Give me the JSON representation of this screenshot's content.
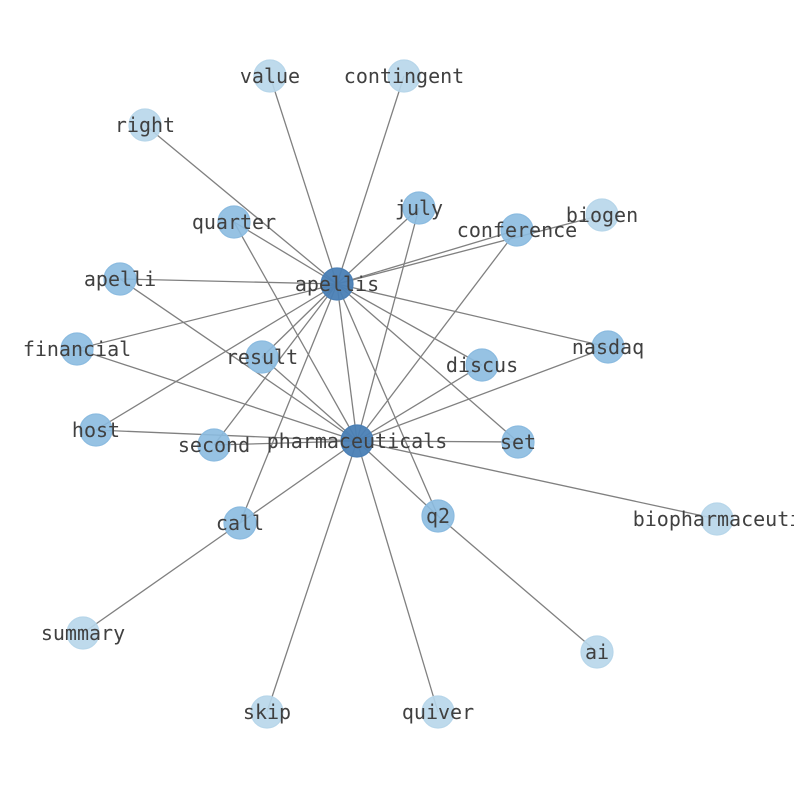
{
  "graph": {
    "colors": {
      "hub": "#4a7fb5",
      "mid": "#8bbbe0",
      "leaf": "#b7d6ea",
      "edge": "#808080",
      "text": "#404040"
    },
    "nodes": [
      {
        "id": "apellis",
        "label": "apellis",
        "tier": "hub"
      },
      {
        "id": "pharmaceuticals",
        "label": "pharmaceuticals",
        "tier": "hub"
      },
      {
        "id": "value",
        "label": "value",
        "tier": "leaf"
      },
      {
        "id": "contingent",
        "label": "contingent",
        "tier": "leaf"
      },
      {
        "id": "right",
        "label": "right",
        "tier": "leaf"
      },
      {
        "id": "quarter",
        "label": "quarter",
        "tier": "mid"
      },
      {
        "id": "july",
        "label": "july",
        "tier": "mid"
      },
      {
        "id": "conference",
        "label": "conference",
        "tier": "mid"
      },
      {
        "id": "biogen",
        "label": "biogen",
        "tier": "leaf"
      },
      {
        "id": "apelli",
        "label": "apelli",
        "tier": "mid"
      },
      {
        "id": "financial",
        "label": "financial",
        "tier": "mid"
      },
      {
        "id": "result",
        "label": "result",
        "tier": "mid"
      },
      {
        "id": "discus",
        "label": "discus",
        "tier": "mid"
      },
      {
        "id": "nasdaq",
        "label": "nasdaq",
        "tier": "mid"
      },
      {
        "id": "host",
        "label": "host",
        "tier": "mid"
      },
      {
        "id": "second",
        "label": "second",
        "tier": "mid"
      },
      {
        "id": "set",
        "label": "set",
        "tier": "mid"
      },
      {
        "id": "call",
        "label": "call",
        "tier": "mid"
      },
      {
        "id": "q2",
        "label": "q2",
        "tier": "mid"
      },
      {
        "id": "biopharmaceutical",
        "label": "biopharmaceuti",
        "tier": "leaf"
      },
      {
        "id": "summary",
        "label": "summary",
        "tier": "leaf"
      },
      {
        "id": "ai",
        "label": "ai",
        "tier": "leaf"
      },
      {
        "id": "skip",
        "label": "skip",
        "tier": "leaf"
      },
      {
        "id": "quiver",
        "label": "quiver",
        "tier": "leaf"
      }
    ],
    "edges": [
      [
        "apellis",
        "pharmaceuticals"
      ],
      [
        "apellis",
        "value"
      ],
      [
        "apellis",
        "contingent"
      ],
      [
        "apellis",
        "right"
      ],
      [
        "apellis",
        "quarter"
      ],
      [
        "apellis",
        "july"
      ],
      [
        "apellis",
        "conference"
      ],
      [
        "apellis",
        "biogen"
      ],
      [
        "apellis",
        "apelli"
      ],
      [
        "apellis",
        "financial"
      ],
      [
        "apellis",
        "result"
      ],
      [
        "apellis",
        "discus"
      ],
      [
        "apellis",
        "nasdaq"
      ],
      [
        "apellis",
        "host"
      ],
      [
        "apellis",
        "second"
      ],
      [
        "apellis",
        "set"
      ],
      [
        "apellis",
        "call"
      ],
      [
        "apellis",
        "q2"
      ],
      [
        "pharmaceuticals",
        "quarter"
      ],
      [
        "pharmaceuticals",
        "july"
      ],
      [
        "pharmaceuticals",
        "conference"
      ],
      [
        "pharmaceuticals",
        "apelli"
      ],
      [
        "pharmaceuticals",
        "financial"
      ],
      [
        "pharmaceuticals",
        "result"
      ],
      [
        "pharmaceuticals",
        "discus"
      ],
      [
        "pharmaceuticals",
        "nasdaq"
      ],
      [
        "pharmaceuticals",
        "host"
      ],
      [
        "pharmaceuticals",
        "second"
      ],
      [
        "pharmaceuticals",
        "set"
      ],
      [
        "pharmaceuticals",
        "call"
      ],
      [
        "pharmaceuticals",
        "q2"
      ],
      [
        "pharmaceuticals",
        "biopharmaceutical"
      ],
      [
        "pharmaceuticals",
        "skip"
      ],
      [
        "pharmaceuticals",
        "quiver"
      ],
      [
        "call",
        "summary"
      ],
      [
        "q2",
        "ai"
      ]
    ]
  }
}
